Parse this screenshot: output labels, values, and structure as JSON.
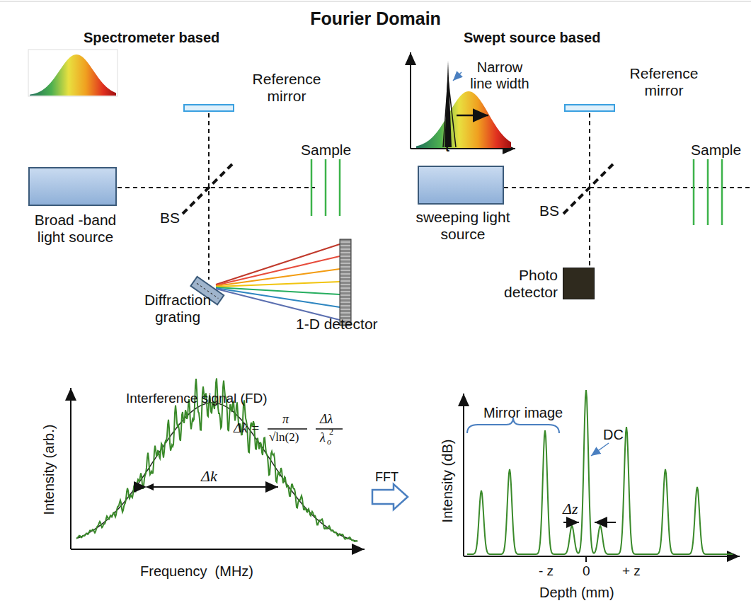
{
  "diagram": {
    "title": "Fourier Domain",
    "nodes": [
      {
        "text": [
          "Broad -band light source"
        ]
      },
      {
        "text": [
          "sweeping light source"
        ]
      },
      {
        "text": [
          "Photo detector"
        ]
      }
    ],
    "labels": [
      "Spectrometer based",
      "Swept source based",
      "Reference mirror",
      "Sample",
      "BS",
      "Diffraction grating",
      "1-D detector",
      "Narrow line width",
      "t",
      "Reference mirror",
      "Sample",
      "BS",
      "Interference signal (FD)",
      "Intensity (arb.)",
      "Frequency  (MHz)",
      "Δk =",
      "π",
      "√ln(2)",
      "Δλ",
      "λ",
      "o",
      "2",
      "Δk",
      "FFT",
      "Mirror image",
      "DC",
      "Intensity (dB)",
      "Δz",
      "- z",
      "0",
      "+ z",
      "Depth (mm)"
    ]
  }
}
